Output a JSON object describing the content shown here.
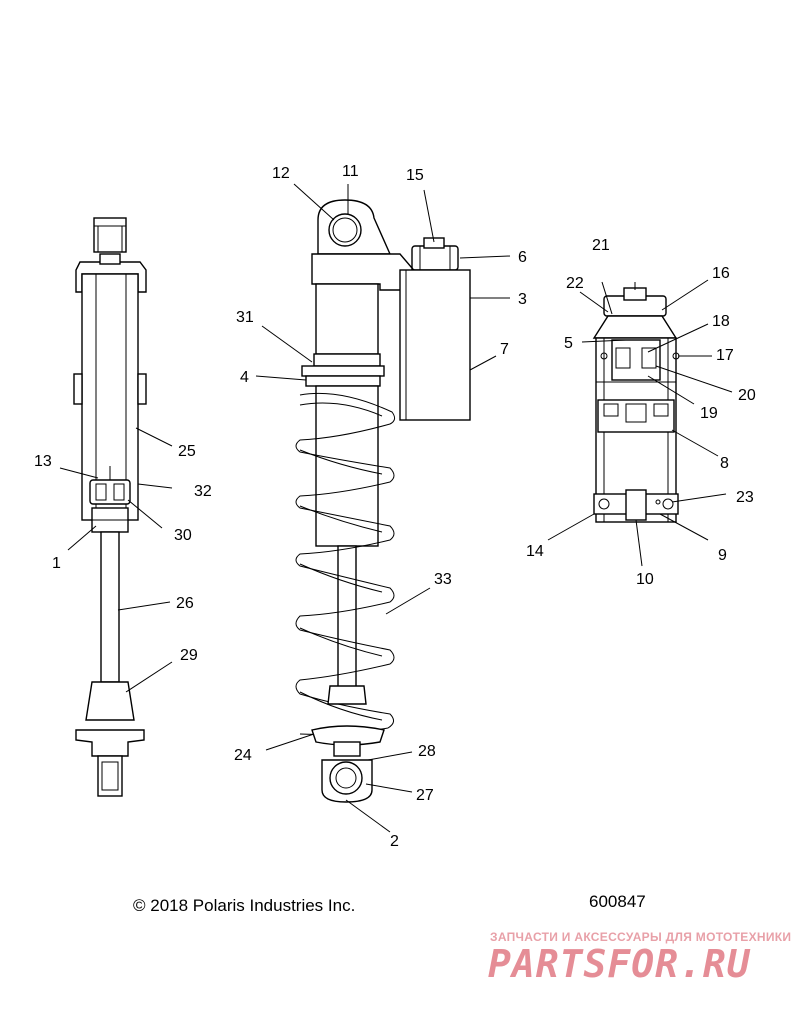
{
  "callouts": [
    {
      "id": "c1",
      "label": "1"
    },
    {
      "id": "c2",
      "label": "2"
    },
    {
      "id": "c3",
      "label": "3"
    },
    {
      "id": "c4",
      "label": "4"
    },
    {
      "id": "c5",
      "label": "5"
    },
    {
      "id": "c6",
      "label": "6"
    },
    {
      "id": "c7",
      "label": "7"
    },
    {
      "id": "c8",
      "label": "8"
    },
    {
      "id": "c9",
      "label": "9"
    },
    {
      "id": "c10",
      "label": "10"
    },
    {
      "id": "c11",
      "label": "11"
    },
    {
      "id": "c12",
      "label": "12"
    },
    {
      "id": "c13",
      "label": "13"
    },
    {
      "id": "c14",
      "label": "14"
    },
    {
      "id": "c15",
      "label": "15"
    },
    {
      "id": "c16",
      "label": "16"
    },
    {
      "id": "c17",
      "label": "17"
    },
    {
      "id": "c18",
      "label": "18"
    },
    {
      "id": "c19",
      "label": "19"
    },
    {
      "id": "c20",
      "label": "20"
    },
    {
      "id": "c21",
      "label": "21"
    },
    {
      "id": "c22",
      "label": "22"
    },
    {
      "id": "c23",
      "label": "23"
    },
    {
      "id": "c24",
      "label": "24"
    },
    {
      "id": "c25",
      "label": "25"
    },
    {
      "id": "c26",
      "label": "26"
    },
    {
      "id": "c27",
      "label": "27"
    },
    {
      "id": "c28",
      "label": "28"
    },
    {
      "id": "c29",
      "label": "29"
    },
    {
      "id": "c30",
      "label": "30"
    },
    {
      "id": "c31",
      "label": "31"
    },
    {
      "id": "c32",
      "label": "32"
    },
    {
      "id": "c33",
      "label": "33"
    }
  ],
  "footer": {
    "copyright": "© 2018 Polaris Industries Inc.",
    "figure_number": "600847"
  },
  "watermark": {
    "tagline": "ЗАПЧАСТИ И АКСЕССУАРЫ ДЛЯ МОТОТЕХНИКИ",
    "logo_text": "PARTSFOR.RU",
    "color": "#e58d96"
  }
}
